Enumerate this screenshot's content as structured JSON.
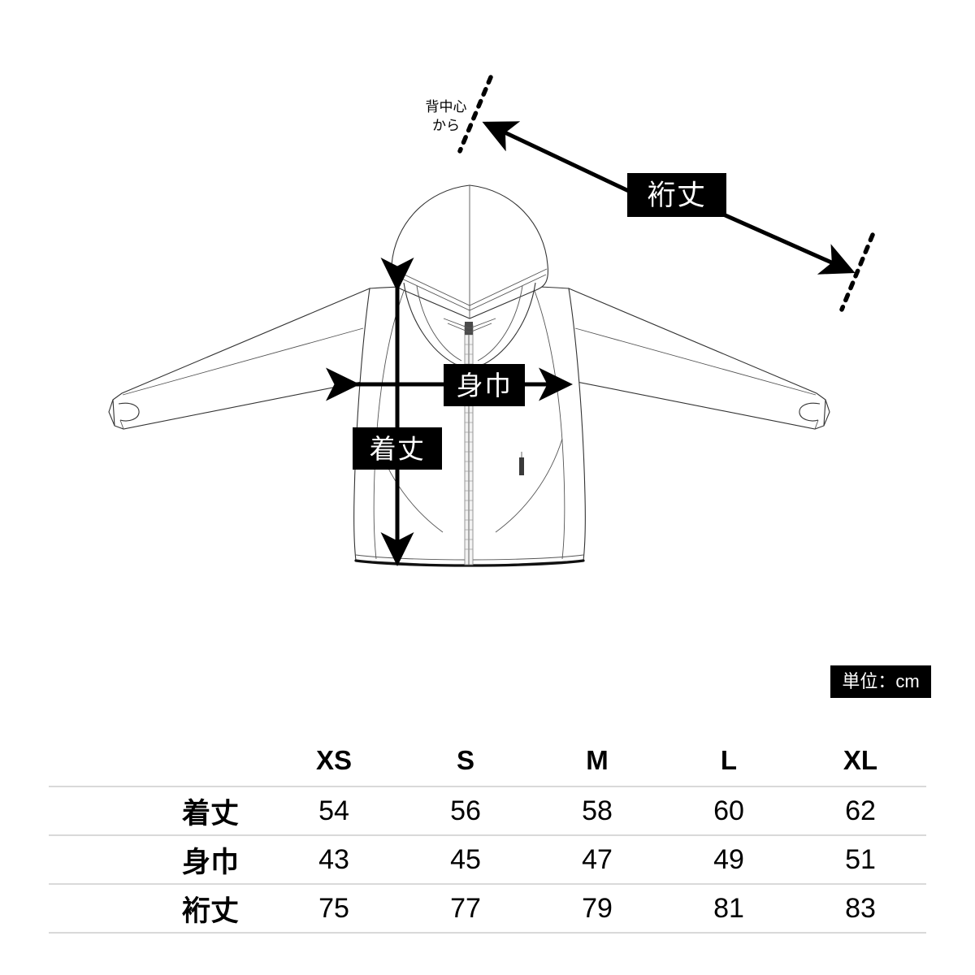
{
  "diagram": {
    "garment": "zip-up hoodie technical flat, front view",
    "annotations": {
      "back_center_note_line1": "背中心",
      "back_center_note_line2": "から",
      "sleeve_length_label": "裄丈",
      "body_width_label": "身巾",
      "body_length_label": "着丈"
    }
  },
  "unit_badge": {
    "text": "単位：cm"
  },
  "colors": {
    "chip_background": "#000000",
    "chip_text": "#ffffff",
    "outline": "#222222",
    "rule": "#d9d9d9",
    "page_background": "#ffffff"
  },
  "chart_data": {
    "type": "table",
    "title": "",
    "unit": "cm",
    "categories": [
      "XS",
      "S",
      "M",
      "L",
      "XL"
    ],
    "series": [
      {
        "name": "着丈",
        "values": [
          54,
          56,
          58,
          60,
          62
        ]
      },
      {
        "name": "身巾",
        "values": [
          43,
          45,
          47,
          49,
          51
        ]
      },
      {
        "name": "裄丈",
        "values": [
          75,
          77,
          79,
          81,
          83
        ]
      }
    ]
  },
  "table": {
    "corner_label": "",
    "headers": [
      "XS",
      "S",
      "M",
      "L",
      "XL"
    ],
    "rows": [
      {
        "label": "着丈",
        "cells": [
          "54",
          "56",
          "58",
          "60",
          "62"
        ]
      },
      {
        "label": "身巾",
        "cells": [
          "43",
          "45",
          "47",
          "49",
          "51"
        ]
      },
      {
        "label": "裄丈",
        "cells": [
          "75",
          "77",
          "79",
          "81",
          "83"
        ]
      }
    ]
  }
}
